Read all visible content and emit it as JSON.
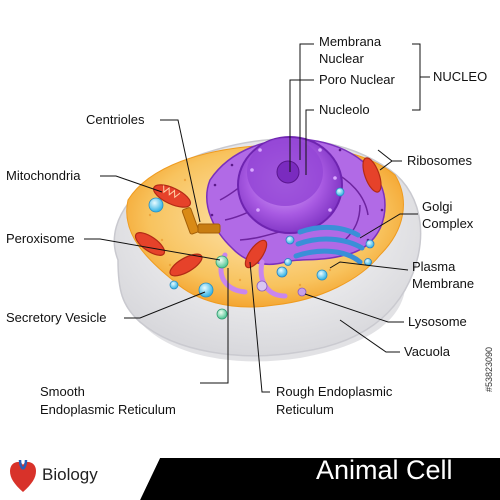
{
  "labels": {
    "membrana_nuclear_line1": "Membrana",
    "membrana_nuclear_line2": "Nuclear",
    "poro_nuclear": "Poro Nuclear",
    "nucleo": "NUCLEO",
    "nucleolo": "Nucleolo",
    "centrioles": "Centrioles",
    "ribosomes": "Ribosomes",
    "mitochondria": "Mitochondria",
    "golgi_line1": "Golgi",
    "golgi_line2": "Complex",
    "peroxisome": "Peroxisome",
    "plasma_line1": "Plasma",
    "plasma_line2": "Membrane",
    "lysosome": "Lysosome",
    "secretory_vesicle": "Secretory Vesicle",
    "vacuola": "Vacuola",
    "smooth_er_line1": "Smooth",
    "smooth_er_line2": "Endoplasmic Reticulum",
    "rough_er_line1": "Rough Endoplasmic",
    "rough_er_line2": "Reticulum"
  },
  "footer": {
    "subject": "Biology",
    "title": "Animal Cell"
  },
  "stock_id": "#53823090",
  "colors": {
    "cytoplasm": "#f6b43a",
    "nucleus": "#9b4fd6",
    "nucleolus": "#7a2bbf",
    "mitochondria": "#e6422a",
    "golgi": "#3a8fd8",
    "membrane": "#e8e8ea",
    "footer": "#000000"
  }
}
